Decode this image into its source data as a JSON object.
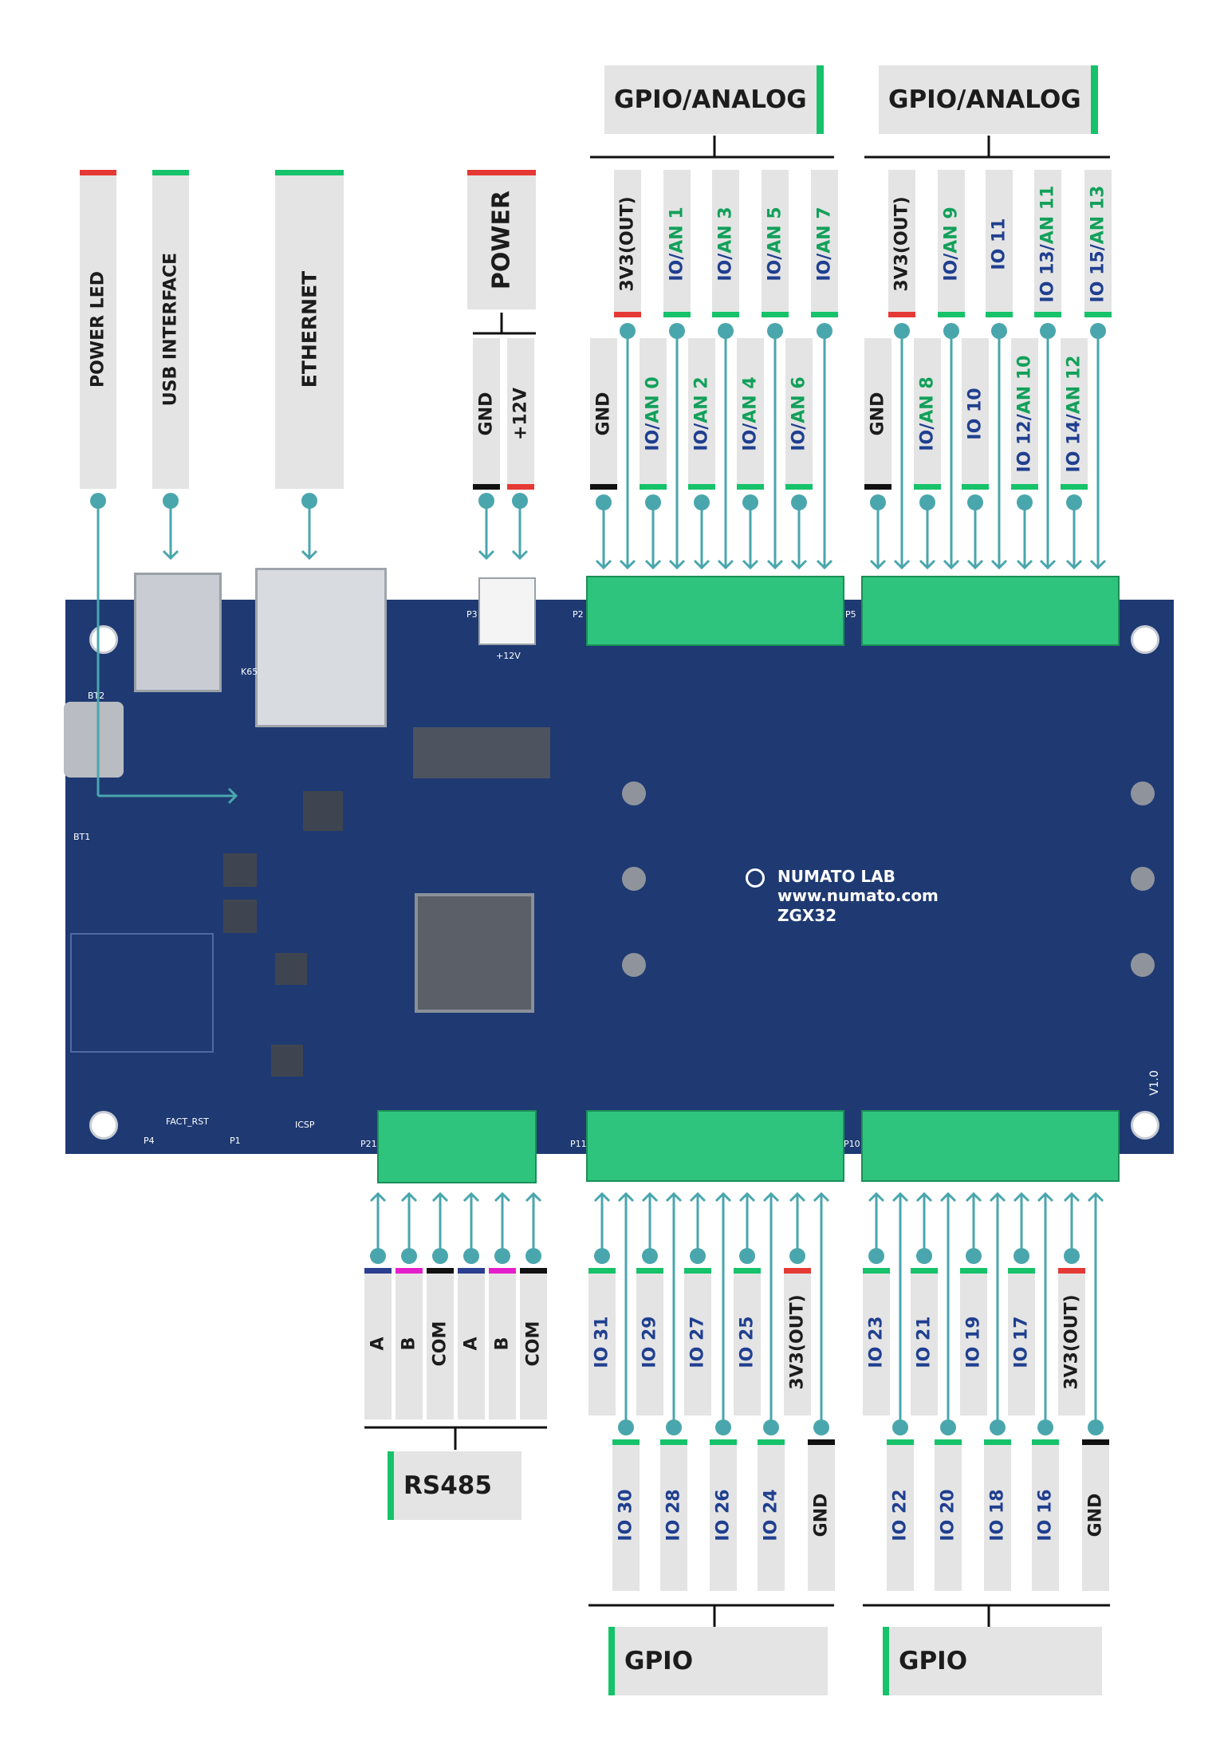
{
  "colors": {
    "red": "#e53935",
    "green": "#16c26a",
    "black": "#111111",
    "navy": "#2b3d8f",
    "magenta": "#e51ecb",
    "teal": "#4aa6ad",
    "pcb": "#1f3a72",
    "terminal": "#2fc47d",
    "label_bg": "#e4e4e4"
  },
  "headers": {
    "gpio_analog_1": "GPIO/ANALOG",
    "gpio_analog_2": "GPIO/ANALOG",
    "rs485": "RS485",
    "gpio_1": "GPIO",
    "gpio_2": "GPIO"
  },
  "labels": {
    "power_led": "POWER LED",
    "usb_interface": "USB INTERFACE",
    "ethernet": "ETHERNET",
    "power": "POWER",
    "power_gnd": "GND",
    "power_12v": "+12V",
    "a_top_0": "3V3(OUT)",
    "a_top_1": "IO/AN 1",
    "a_top_2": "IO/AN 3",
    "a_top_3": "IO/AN 5",
    "a_top_4": "IO/AN 7",
    "a_bot_0": "GND",
    "a_bot_1": "IO/AN 0",
    "a_bot_2": "IO/AN 2",
    "a_bot_3": "IO/AN 4",
    "a_bot_4": "IO/AN 6",
    "b_top_0": "3V3(OUT)",
    "b_top_1": "IO/AN 9",
    "b_top_2": "IO 11",
    "b_top_3": "IO 13/AN 11",
    "b_top_4": "IO 15/AN 13",
    "b_bot_0": "GND",
    "b_bot_1": "IO/AN 8",
    "b_bot_2": "IO 10",
    "b_bot_3": "IO 12/AN 10",
    "b_bot_4": "IO 14/AN 12",
    "rs_0": "A",
    "rs_1": "B",
    "rs_2": "COM",
    "rs_3": "A",
    "rs_4": "B",
    "rs_5": "COM",
    "c_up_0": "IO 31",
    "c_up_1": "IO 29",
    "c_up_2": "IO 27",
    "c_up_3": "IO 25",
    "c_up_4": "3V3(OUT)",
    "c_dn_0": "IO 30",
    "c_dn_1": "IO 28",
    "c_dn_2": "IO 26",
    "c_dn_3": "IO 24",
    "c_dn_4": "GND",
    "d_up_0": "IO 23",
    "d_up_1": "IO 21",
    "d_up_2": "IO 19",
    "d_up_3": "IO 17",
    "d_up_4": "3V3(OUT)",
    "d_dn_0": "IO 22",
    "d_dn_1": "IO 20",
    "d_dn_2": "IO 18",
    "d_dn_3": "IO 16",
    "d_dn_4": "GND"
  },
  "board": {
    "brand": "NUMATO LAB",
    "url": "www.numato.com",
    "model": "ZGX32",
    "version": "V1.0",
    "silk_fact_rst": "FACT_RST",
    "silk_icsp": "ICSP",
    "silk_p4": "P4",
    "silk_p1": "P1",
    "silk_p21": "P21",
    "silk_p11": "P11",
    "silk_p10": "P10",
    "silk_p2": "P2",
    "silk_p5": "P5",
    "silk_p3": "P3",
    "silk_bt2": "BT2",
    "silk_bt1": "BT1",
    "silk_k65": "K65",
    "silk_12v": "+12V"
  }
}
